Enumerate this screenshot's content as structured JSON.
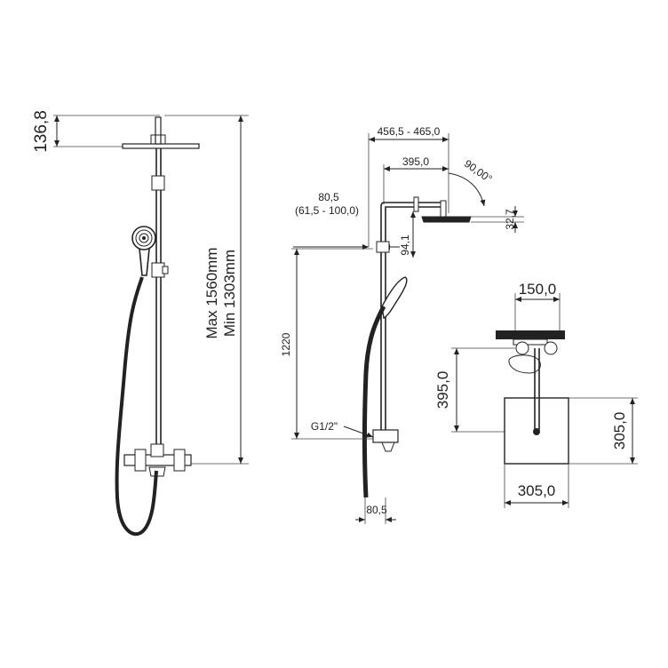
{
  "front_view": {
    "dim_top": "136,8",
    "dim_max": "Max 1560mm",
    "dim_min": "Min 1303mm"
  },
  "side_view": {
    "dim_overall": "456,5 - 465,0",
    "dim_arm": "395,0",
    "dim_angle": "90,00°",
    "dim_offset": "80,5",
    "dim_offset_range": "(61,5 - 100,0)",
    "dim_head": "32,7",
    "dim_drop": "94,1",
    "dim_height": "1220",
    "dim_thread": "G1/2\"",
    "dim_bottom": "80,5"
  },
  "plan_view": {
    "dim_width_top": "150,0",
    "dim_depth": "395,0",
    "dim_head_side": "305,0",
    "dim_head_width": "305,0"
  }
}
